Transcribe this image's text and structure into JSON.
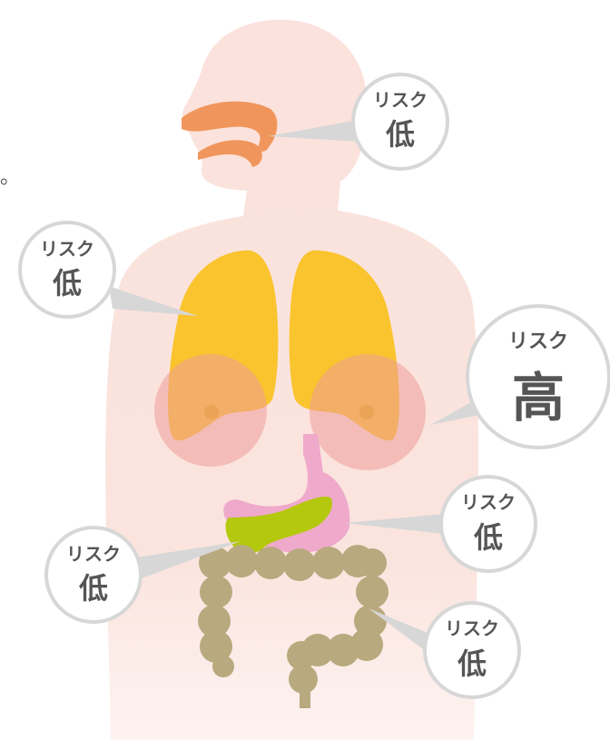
{
  "colors": {
    "body": "#fbe2dc",
    "mouth": "#f0965c",
    "lungs": "#f9c42e",
    "breasts": "#f2b3ae",
    "stomach": "#efa9cb",
    "pancreas": "#b4c80d",
    "colon": "#b8a97e",
    "bubble_border": "#d7d7d7",
    "text": "#555555"
  },
  "callouts": {
    "mouth": {
      "risk_label": "リスク",
      "level": "低"
    },
    "lung": {
      "risk_label": "リスク",
      "level": "低"
    },
    "breast": {
      "risk_label": "リスク",
      "level": "高"
    },
    "stomach": {
      "risk_label": "リスク",
      "level": "低"
    },
    "pancreas": {
      "risk_label": "リスク",
      "level": "低"
    },
    "colon": {
      "risk_label": "リスク",
      "level": "低"
    }
  },
  "stray_mark": "。"
}
